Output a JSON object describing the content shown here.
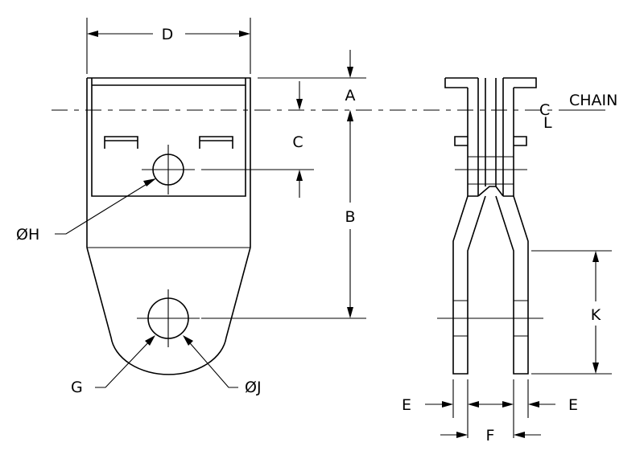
{
  "labels": {
    "D": "D",
    "A": "A",
    "C": "C",
    "B": "B",
    "H": "ØH",
    "G": "G",
    "J": "ØJ",
    "K": "K",
    "E_left": "E",
    "E_right": "E",
    "F": "F",
    "chain": "CHAIN",
    "cl_C": "C",
    "cl_L": "L"
  },
  "colors": {
    "line": "#000000",
    "background": "#ffffff"
  }
}
